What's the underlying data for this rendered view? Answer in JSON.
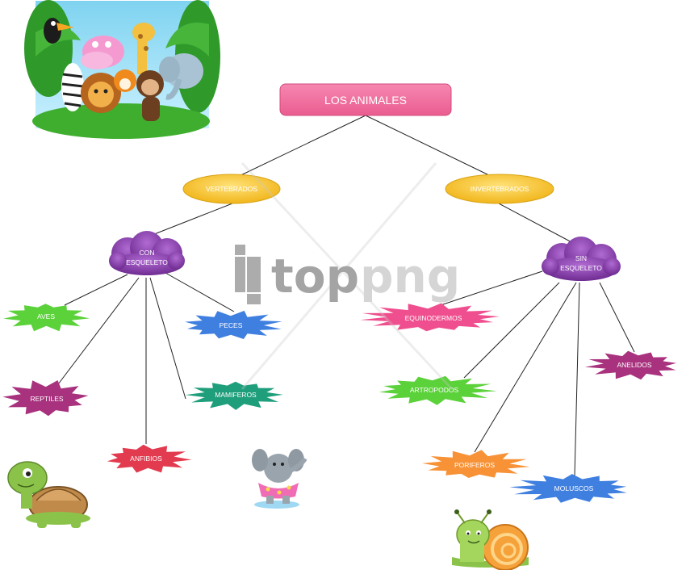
{
  "diagram": {
    "root": {
      "label": "LOS ANIMALES",
      "color": "#f06d9a"
    },
    "level1": {
      "vertebrados": {
        "label": "VERTEBRADOS",
        "color": "#f6c21c"
      },
      "invertebrados": {
        "label": "INVERTEBRADOS",
        "color": "#f6c21c"
      }
    },
    "level2": {
      "con_esqueleto": {
        "line1": "CON",
        "line2": "ESQUELETO",
        "color": "#8b3fae"
      },
      "sin_esqueleto": {
        "line1": "SIN",
        "line2": "ESQUELETO",
        "color": "#8b3fae"
      }
    },
    "leaves": {
      "aves": {
        "label": "AVES",
        "color": "#5bd13a"
      },
      "peces": {
        "label": "PECES",
        "color": "#3f7fe0"
      },
      "reptiles": {
        "label": "REPTILES",
        "color": "#a8327e"
      },
      "mamiferos": {
        "label": "MAMIFEROS",
        "color": "#1f9e7c"
      },
      "anfibios": {
        "label": "ANFIBIOS",
        "color": "#e23a4e"
      },
      "equinodermos": {
        "label": "EQUINODERMOS",
        "color": "#ef4f8e"
      },
      "anelidos": {
        "label": "ANELIDOS",
        "color": "#a8327e"
      },
      "artropodos": {
        "label": "ARTROPODOS",
        "color": "#5bd13a"
      },
      "poriferos": {
        "label": "PORIFEROS",
        "color": "#f79236"
      },
      "moluscos": {
        "label": "MOLUSCOS",
        "color": "#3f7fe0"
      }
    }
  },
  "watermark": {
    "text_dark": "top",
    "text_light": "png"
  },
  "illustrations": {
    "jungle": "jungle-animals-illustration",
    "turtle": "turtle-illustration",
    "elephant": "elephant-illustration",
    "snail": "snail-illustration"
  }
}
